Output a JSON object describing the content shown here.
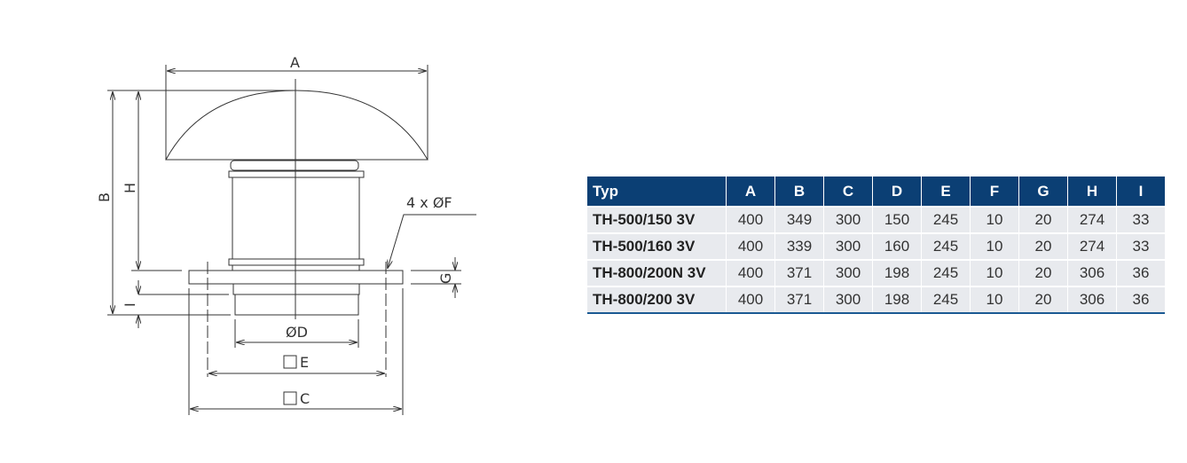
{
  "drawing": {
    "labels": {
      "A": "A",
      "B": "B",
      "H": "H",
      "I": "I",
      "G": "G",
      "D": "ØD",
      "E": "E",
      "C": "C",
      "F": "4 x ØF"
    }
  },
  "table": {
    "headers": [
      "Typ",
      "A",
      "B",
      "C",
      "D",
      "E",
      "F",
      "G",
      "H",
      "I"
    ],
    "rows": [
      [
        "TH-500/150 3V",
        "400",
        "349",
        "300",
        "150",
        "245",
        "10",
        "20",
        "274",
        "33"
      ],
      [
        "TH-500/160 3V",
        "400",
        "339",
        "300",
        "160",
        "245",
        "10",
        "20",
        "274",
        "33"
      ],
      [
        "TH-800/200N 3V",
        "400",
        "371",
        "300",
        "198",
        "245",
        "10",
        "20",
        "306",
        "36"
      ],
      [
        "TH-800/200 3V",
        "400",
        "371",
        "300",
        "198",
        "245",
        "10",
        "20",
        "306",
        "36"
      ]
    ]
  },
  "colors": {
    "header": "#0b3f74",
    "row": "#e8eaee"
  }
}
